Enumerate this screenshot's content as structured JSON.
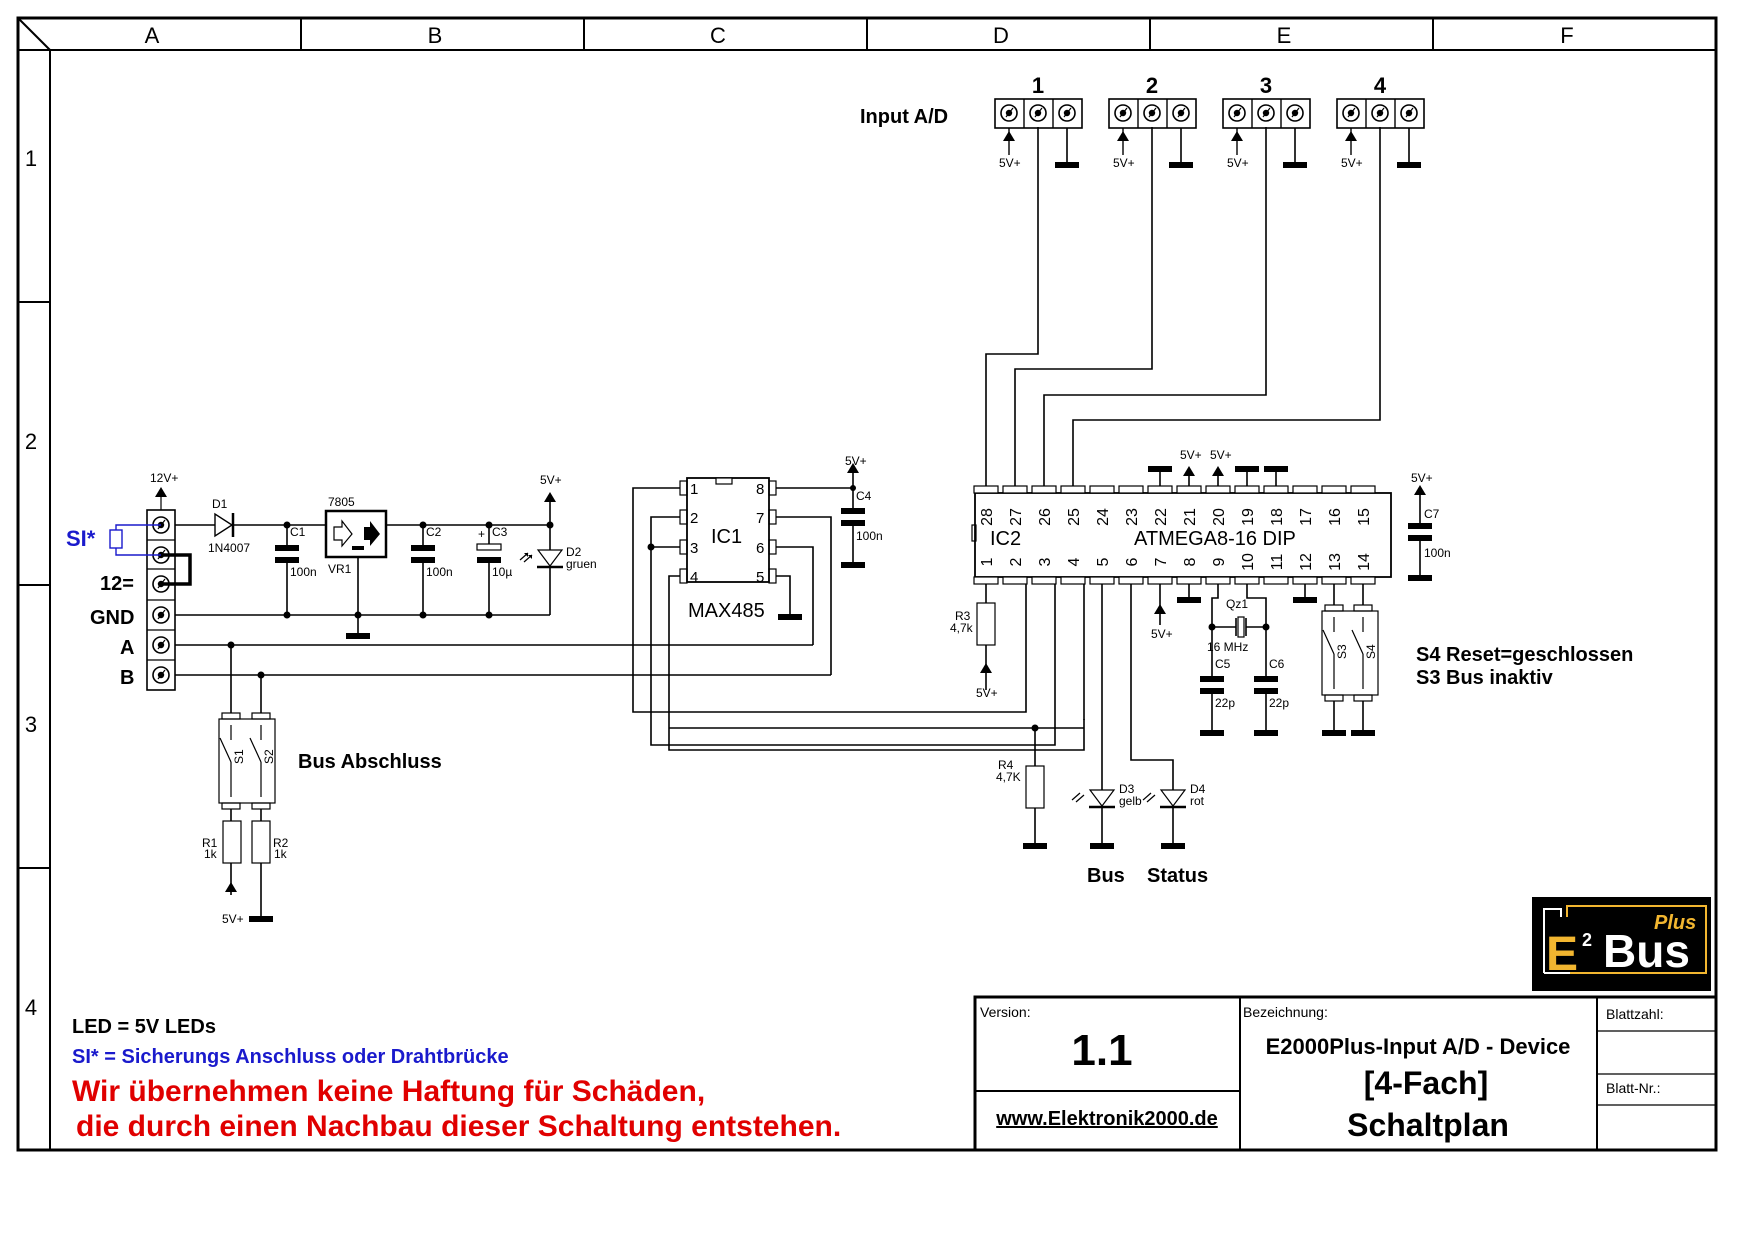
{
  "frame": {
    "columns": [
      "A",
      "B",
      "C",
      "D",
      "E",
      "F"
    ],
    "rows": [
      "1",
      "2",
      "3",
      "4"
    ]
  },
  "input_ad": {
    "label": "Input A/D",
    "connectors": [
      "1",
      "2",
      "3",
      "4"
    ],
    "supply_label": "5V+"
  },
  "power": {
    "v12": "12V+",
    "v5": "5V+",
    "terminals": [
      "SI*",
      "12=",
      "GND",
      "A",
      "B"
    ],
    "d1": {
      "name": "D1",
      "value": "1N4007"
    },
    "vr1": {
      "type": "7805",
      "name": "VR1"
    },
    "c1": {
      "name": "C1",
      "value": "100n"
    },
    "c2": {
      "name": "C2",
      "value": "100n"
    },
    "c3": {
      "name": "C3",
      "value": "10µ",
      "polarity": "+"
    },
    "d2": {
      "name": "D2",
      "value": "gruen"
    }
  },
  "ic1": {
    "name": "IC1",
    "type": "MAX485",
    "pins_left": [
      "1",
      "2",
      "3",
      "4"
    ],
    "pins_right": [
      "8",
      "7",
      "6",
      "5"
    ],
    "c4": {
      "name": "C4",
      "value": "100n"
    },
    "supply": "5V+"
  },
  "ic2": {
    "name": "IC2",
    "type": "ATMEGA8-16 DIP",
    "pins_top": [
      "28",
      "27",
      "26",
      "25",
      "24",
      "23",
      "22",
      "21",
      "20",
      "19",
      "18",
      "17",
      "16",
      "15"
    ],
    "pins_bottom": [
      "1",
      "2",
      "3",
      "4",
      "5",
      "6",
      "7",
      "8",
      "9",
      "10",
      "11",
      "12",
      "13",
      "14"
    ],
    "c7": {
      "name": "C7",
      "value": "100n"
    },
    "supply": "5V+"
  },
  "periph": {
    "r3": {
      "name": "R3",
      "value": "4,7k"
    },
    "r4": {
      "name": "R4",
      "value": "4,7K"
    },
    "qz1": {
      "name": "Qz1",
      "value": "16 MHz"
    },
    "c5": {
      "name": "C5",
      "value": "22p"
    },
    "c6": {
      "name": "C6",
      "value": "22p"
    },
    "d3": {
      "name": "D3",
      "value": "gelb"
    },
    "d4": {
      "name": "D4",
      "value": "rot"
    },
    "s3": "S3",
    "s4": "S4",
    "led_labels": [
      "Bus",
      "Status"
    ],
    "switch_note_1": "S4 Reset=geschlossen",
    "switch_note_2": "S3 Bus inaktiv"
  },
  "bus_term": {
    "label": "Bus Abschluss",
    "s1": "S1",
    "s2": "S2",
    "r1": {
      "name": "R1",
      "value": "1k"
    },
    "r2": {
      "name": "R2",
      "value": "1k"
    },
    "supply": "5V+"
  },
  "notes": {
    "led": "LED = 5V LEDs",
    "si": "SI* = Sicherungs Anschluss oder Drahtbrücke",
    "disclaimer_1": "Wir übernehmen keine Haftung für Schäden,",
    "disclaimer_2": "die durch einen Nachbau dieser Schaltung entstehen."
  },
  "title_block": {
    "version_label": "Version:",
    "version": "1.1",
    "website": "www.Elektronik2000.de",
    "bezeichnung_label": "Bezeichnung:",
    "title_1": "E2000Plus-Input A/D - Device",
    "title_2": "[4-Fach]",
    "title_3": "Schaltplan",
    "blattzahl_label": "Blattzahl:",
    "blattnr_label": "Blatt-Nr.:"
  },
  "logo": {
    "e": "E",
    "sup": "2",
    "bus": "Bus",
    "plus": "Plus"
  },
  "colors": {
    "blue": "#1a1acc",
    "red": "#e00000",
    "gold": "#f2b630",
    "black": "#000000"
  }
}
